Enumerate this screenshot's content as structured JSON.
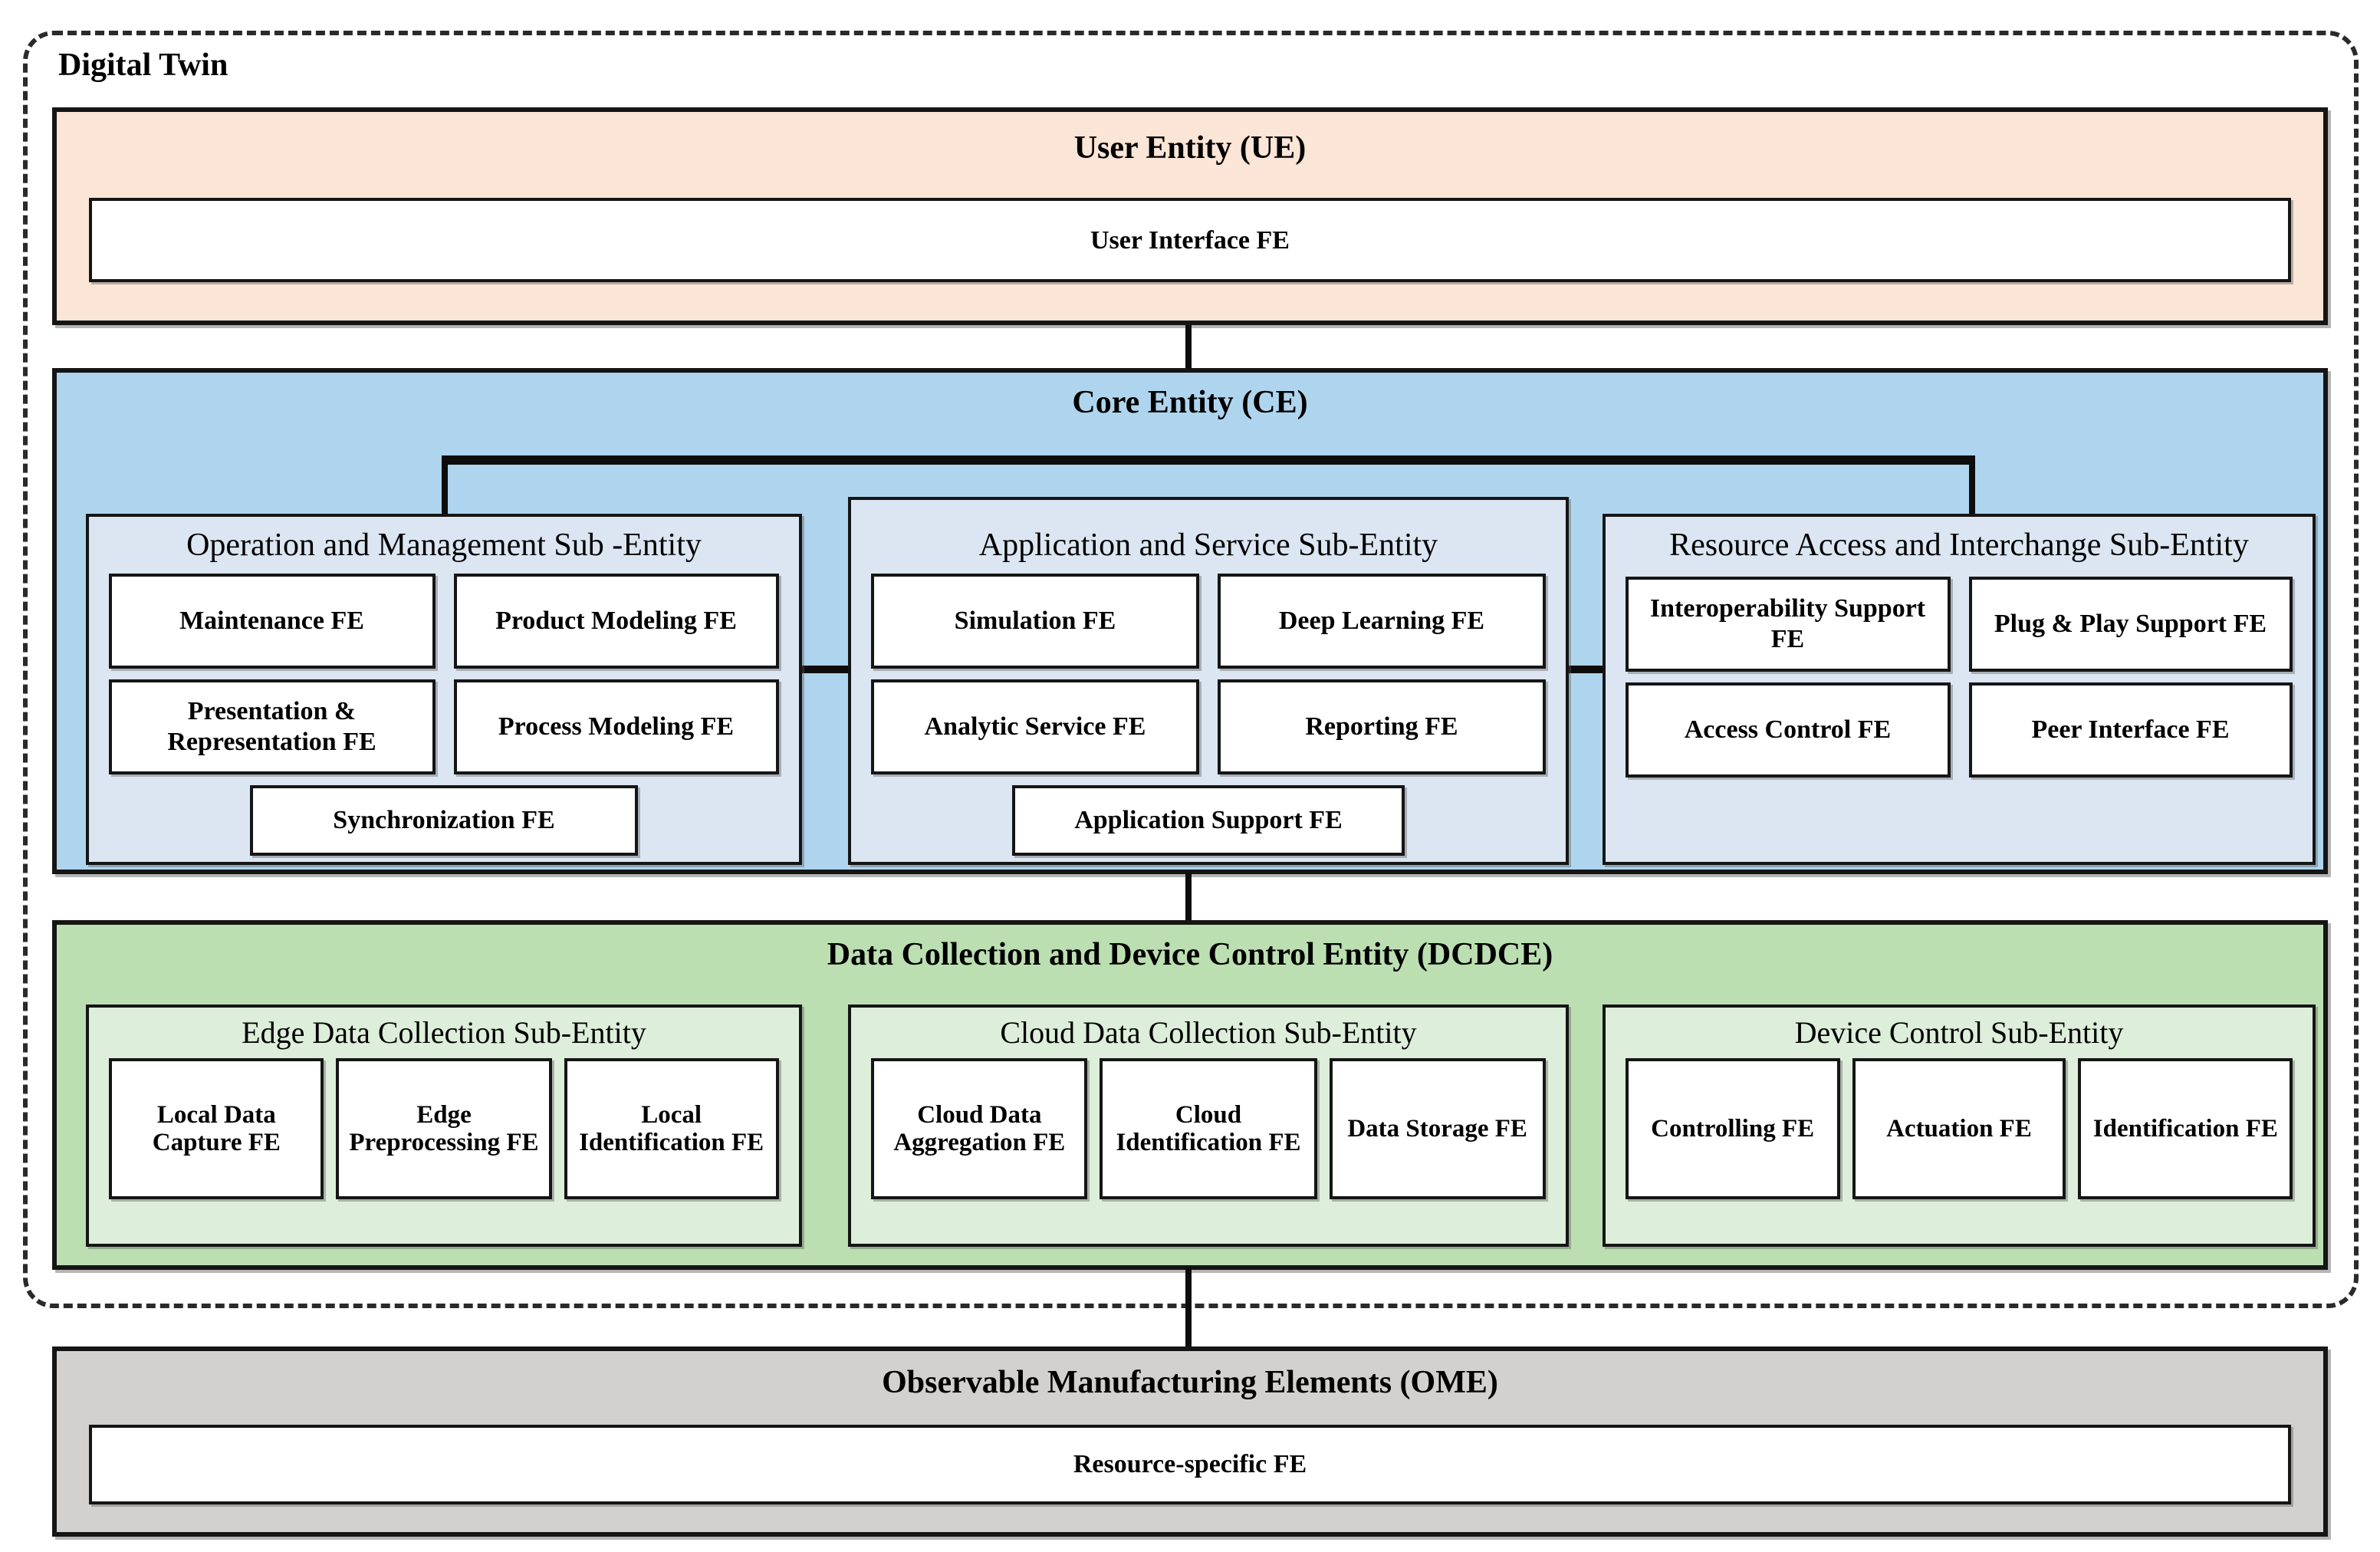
{
  "title": "Digital Twin",
  "ue": {
    "title": "User Entity (UE)",
    "fe": "User Interface FE"
  },
  "ce": {
    "title": "Core Entity (CE)",
    "subs": [
      {
        "title": "Operation and Management Sub -Entity",
        "fes": [
          "Maintenance FE",
          "Product Modeling FE",
          "Presentation & Representation FE",
          "Process Modeling FE",
          "Synchronization FE"
        ]
      },
      {
        "title": "Application and Service Sub-Entity",
        "fes": [
          "Simulation FE",
          "Deep Learning FE",
          "Analytic Service FE",
          "Reporting FE",
          "Application Support FE"
        ]
      },
      {
        "title": "Resource Access and Interchange Sub-Entity",
        "fes": [
          "Interoperability Support FE",
          "Plug & Play Support FE",
          "Access Control FE",
          "Peer Interface FE"
        ]
      }
    ]
  },
  "dcdce": {
    "title": "Data Collection and Device Control Entity (DCDCE)",
    "subs": [
      {
        "title": "Edge Data Collection Sub-Entity",
        "fes": [
          "Local Data Capture FE",
          "Edge Preprocessing FE",
          "Local Identification FE"
        ]
      },
      {
        "title": "Cloud Data Collection Sub-Entity",
        "fes": [
          "Cloud Data Aggregation FE",
          "Cloud Identification FE",
          "Data Storage FE"
        ]
      },
      {
        "title": "Device Control Sub-Entity",
        "fes": [
          "Controlling FE",
          "Actuation FE",
          "Identification FE"
        ]
      }
    ]
  },
  "ome": {
    "title": "Observable Manufacturing Elements (OME)",
    "fe": "Resource-specific FE"
  },
  "colors": {
    "ue_fill": "#FBE5D6",
    "ce_fill": "#AFD5EE",
    "ce_sub_fill": "#DCE6F2",
    "dcdce_fill": "#BCDFB2",
    "dcdce_sub_fill": "#DDEEDA",
    "ome_fill": "#D2D1CF",
    "fe_fill": "#FFFFFF",
    "border": "#151515",
    "boundary_dash": "#2A2A2A"
  }
}
